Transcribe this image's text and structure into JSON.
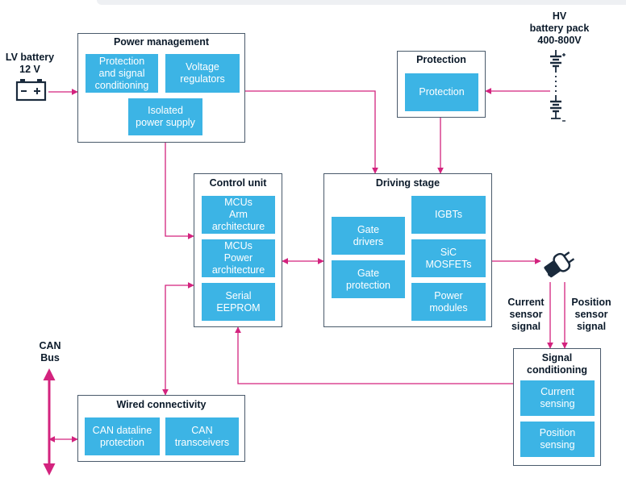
{
  "colors": {
    "accent": "#3cb4e5",
    "wire": "#d3237e",
    "border": "#4a5a6b",
    "text": "#0b1a2a"
  },
  "labels": {
    "lv_battery": "LV battery\n12 V",
    "hv_battery": "HV\nbattery pack\n400-800V",
    "can_bus": "CAN\nBus",
    "current_sensor_signal": "Current\nsensor\nsignal",
    "position_sensor_signal": "Position\nsensor\nsignal"
  },
  "icons": {
    "lv_battery": "car-battery-icon",
    "hv_battery": "battery-stack-icon",
    "motor": "motor-plug-icon"
  },
  "blocks": {
    "power_management": {
      "title": "Power management",
      "items": [
        "Protection\nand signal\nconditioning",
        "Voltage\nregulators",
        "Isolated\npower supply"
      ]
    },
    "protection": {
      "title": "Protection",
      "items": [
        "Protection"
      ]
    },
    "control_unit": {
      "title": "Control unit",
      "items": [
        "MCUs\nArm\narchitecture",
        "MCUs\nPower\narchitecture",
        "Serial\nEEPROM"
      ]
    },
    "driving_stage": {
      "title": "Driving stage",
      "items": [
        "Gate\ndrivers",
        "Gate\nprotection",
        "IGBTs",
        "SiC\nMOSFETs",
        "Power\nmodules"
      ]
    },
    "signal_conditioning": {
      "title": "Signal\nconditioning",
      "items": [
        "Current\nsensing",
        "Position\nsensing"
      ]
    },
    "wired_connectivity": {
      "title": "Wired connectivity",
      "items": [
        "CAN dataline\nprotection",
        "CAN\ntransceivers"
      ]
    }
  }
}
